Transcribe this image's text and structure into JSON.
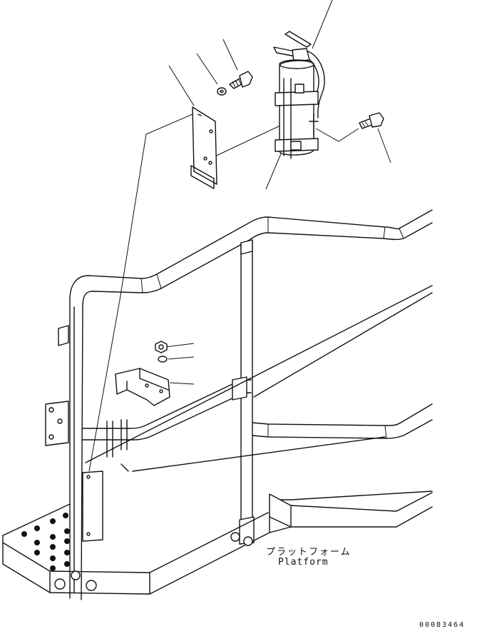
{
  "labels": {
    "platform_jp": "プラットフォーム",
    "platform_en": "Platform",
    "drawing_number": "00083464"
  }
}
